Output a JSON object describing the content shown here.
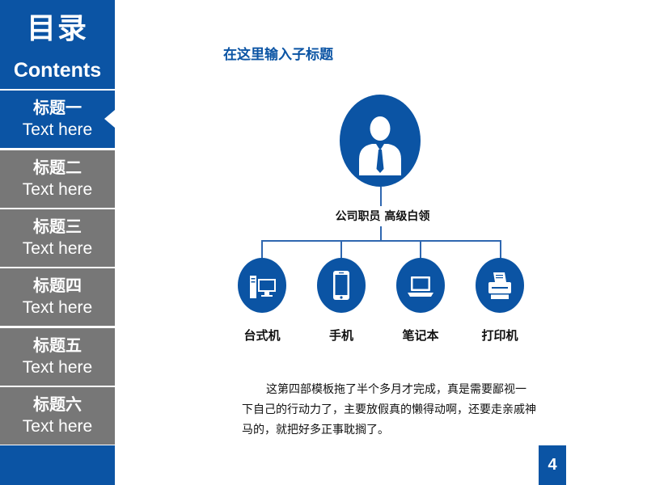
{
  "sidebar": {
    "header_cn": "目录",
    "header_en": "Contents",
    "items": [
      {
        "cn": "标题一",
        "en": "Text here",
        "active": true
      },
      {
        "cn": "标题二",
        "en": "Text here",
        "active": false
      },
      {
        "cn": "标题三",
        "en": "Text here",
        "active": false
      },
      {
        "cn": "标题四",
        "en": "Text here",
        "active": false
      },
      {
        "cn": "标题五",
        "en": "Text here",
        "active": false
      },
      {
        "cn": "标题六",
        "en": "Text here",
        "active": false
      }
    ]
  },
  "main": {
    "subtitle": "在这里输入子标题",
    "root": {
      "label": "公司职员 高级白领",
      "icon": "person-icon"
    },
    "devices": [
      {
        "label": "台式机",
        "icon": "desktop-icon"
      },
      {
        "label": "手机",
        "icon": "phone-icon"
      },
      {
        "label": "笔记本",
        "icon": "laptop-icon"
      },
      {
        "label": "打印机",
        "icon": "printer-icon"
      }
    ],
    "paragraph": "这第四部模板拖了半个多月才完成，真是需要鄙视一下自己的行动力了，主要放假真的懒得动啊，还要走亲戚神马的，就把好多正事耽搁了。"
  },
  "page_number": "4",
  "colors": {
    "accent": "#0b54a4",
    "inactive": "#777777",
    "line": "#2f67b0"
  }
}
